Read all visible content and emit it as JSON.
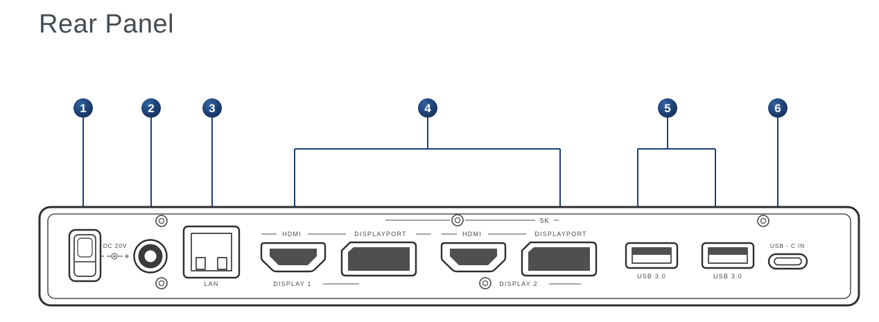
{
  "title": "Rear Panel",
  "colors": {
    "accent_navy": "#1d3f74",
    "panel_outline": "#2e2e2e",
    "label_gray": "#4a4a4a"
  },
  "callouts": [
    {
      "number": "1"
    },
    {
      "number": "2"
    },
    {
      "number": "3"
    },
    {
      "number": "4"
    },
    {
      "number": "5"
    },
    {
      "number": "6"
    }
  ],
  "panel": {
    "dc_label": "DC 20V",
    "lan_label": "LAN",
    "resolution_label": "5K",
    "display_groups": [
      {
        "hdmi": "HDMI",
        "displayport": "DISPLAYPORT",
        "name": "DISPLAY 1"
      },
      {
        "hdmi": "HDMI",
        "displayport": "DISPLAYPORT",
        "name": "DISPLAY 2"
      }
    ],
    "usb_labels": [
      "USB 3.0",
      "USB 3.0"
    ],
    "usbc_label": "USB - C IN"
  }
}
